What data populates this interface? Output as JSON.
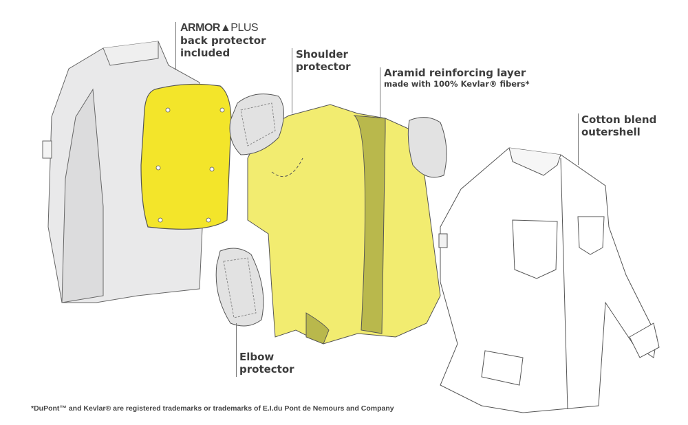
{
  "labels": {
    "armor_logo_left": "ARMOR",
    "armor_logo_right": "PLUS",
    "back_protector_line1": "back protector",
    "back_protector_line2": "included",
    "shoulder_line1": "Shoulder",
    "shoulder_line2": "protector",
    "aramid_title": "Aramid reinforcing layer",
    "aramid_sub": "made with 100% Kevlar® fibers*",
    "cotton_line1": "Cotton blend",
    "cotton_line2": "outershell",
    "elbow_line1": "Elbow",
    "elbow_line2": "protector"
  },
  "footnote": "*DuPont™ and Kevlar® are registered trademarks or trademarks of E.I.du Pont de Nemours and Company",
  "colors": {
    "back_protector": "#f3e52a",
    "jacket_layer": "#f2ec70",
    "aramid_inner": "#b9b84c",
    "grey_jacket": "#e9e9ea",
    "pad": "#e2e2e2"
  }
}
